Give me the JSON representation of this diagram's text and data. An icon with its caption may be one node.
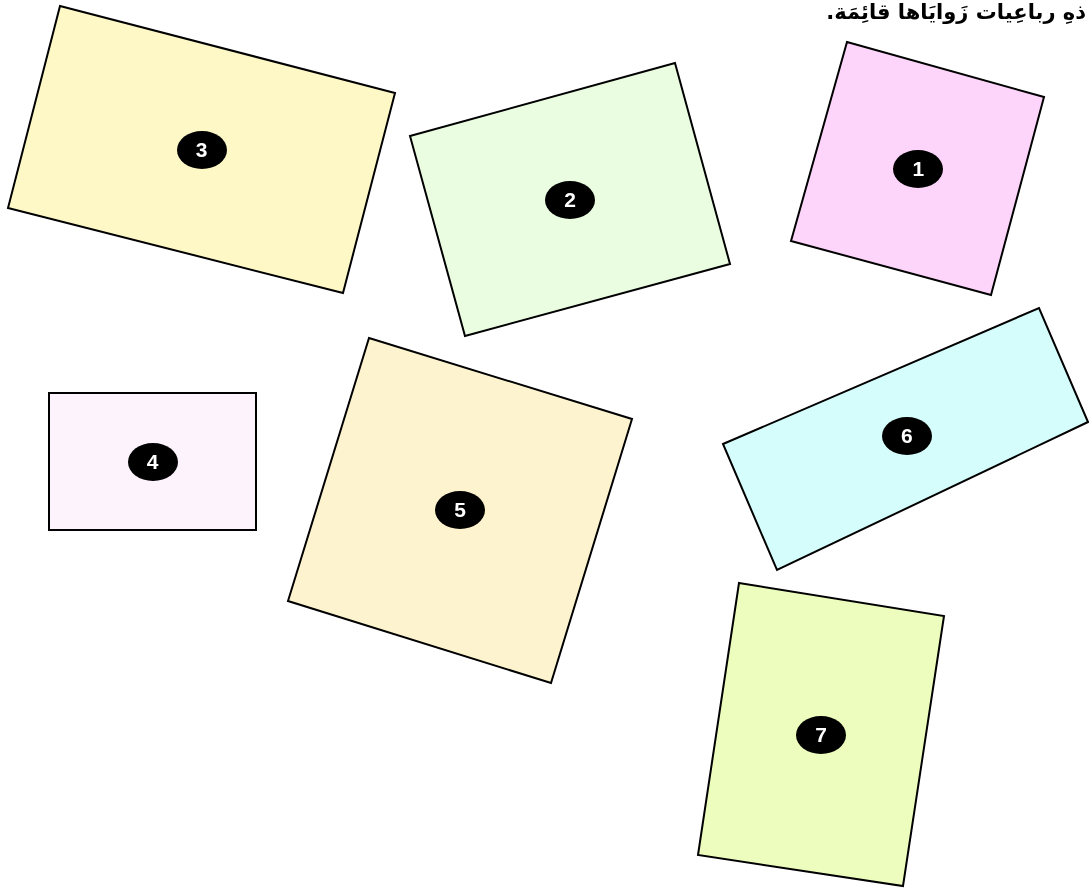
{
  "diagram": {
    "title": "ذهِ رباعِيات زَوايَاها قائِمَة.",
    "nodes": [
      {
        "text": [
          "1"
        ]
      },
      {
        "text": [
          "2"
        ]
      },
      {
        "text": [
          "3"
        ]
      },
      {
        "text": [
          "4"
        ]
      },
      {
        "text": [
          "5"
        ]
      },
      {
        "text": [
          "6"
        ]
      },
      {
        "text": [
          "7"
        ]
      }
    ]
  }
}
